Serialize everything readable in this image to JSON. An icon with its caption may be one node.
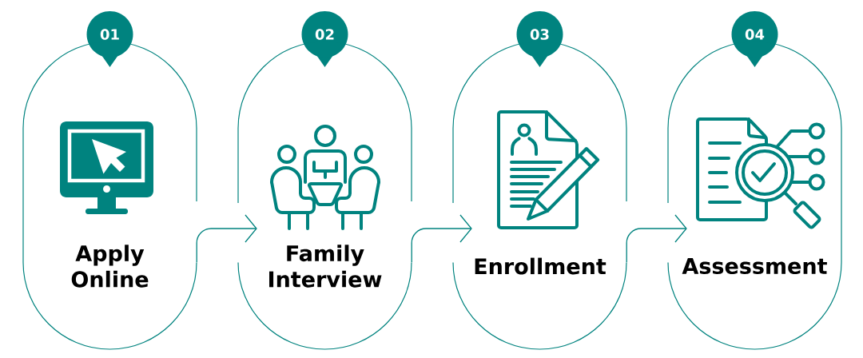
{
  "diagram": {
    "nodes": [
      {
        "text": [
          "01"
        ]
      },
      {
        "text": [
          "Apply Online"
        ]
      },
      {
        "text": [
          "02"
        ]
      },
      {
        "text": [
          "Family Interview"
        ]
      },
      {
        "text": [
          "03"
        ]
      },
      {
        "text": [
          "Enrollment"
        ]
      },
      {
        "text": [
          "04"
        ]
      },
      {
        "text": [
          "Assessment"
        ]
      }
    ],
    "edges": [
      {
        "from": 1,
        "to": 3,
        "arrow": "to"
      },
      {
        "from": 3,
        "to": 5,
        "arrow": "to"
      },
      {
        "from": 5,
        "to": 7,
        "arrow": "to"
      }
    ]
  }
}
